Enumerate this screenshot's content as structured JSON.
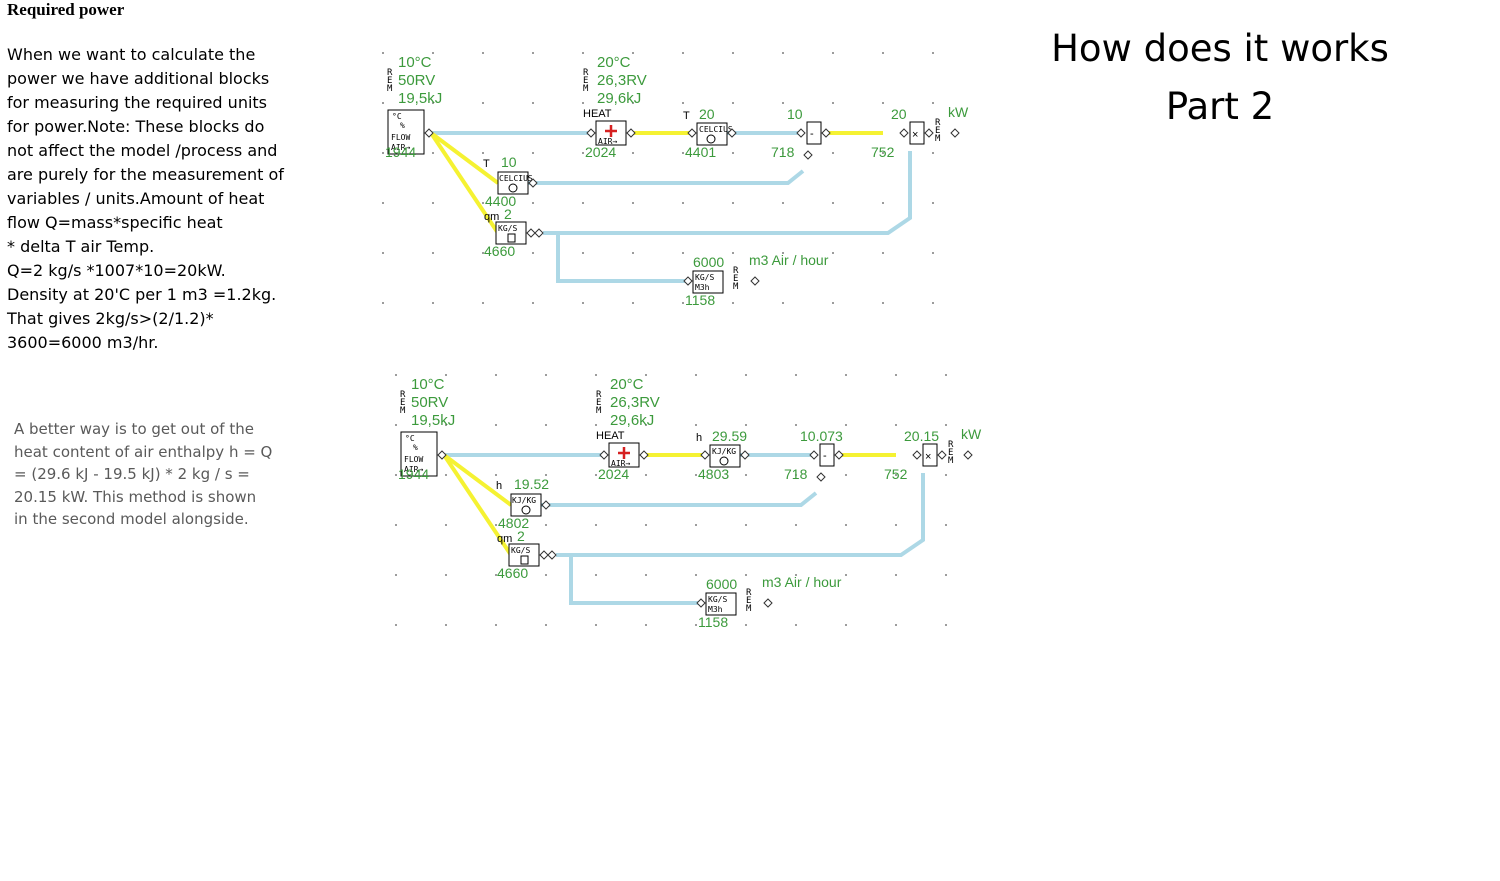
{
  "left": {
    "heading": "Required power",
    "para1_lines": [
      "When we want to calculate the",
      "power we have additional blocks",
      "for measuring the required units",
      "for power.Note: These blocks do",
      "not affect the model /process and",
      "are purely for the measurement of",
      "variables / units.Amount of heat",
      "flow Q=mass*specific heat",
      "* delta T air Temp.",
      "Q=2 kg/s *1007*10=20kW.",
      "Density at 20'C per 1 m3 =1.2kg.",
      "That gives 2kg/s>(2/1.2)*",
      "3600=6000 m3/hr."
    ],
    "para2_lines": [
      "A better way is to get out of the",
      "heat content of air enthalpy h = Q",
      "= (29.6 kJ - 19.5 kJ) * 2 kg / s =",
      "20.15 kW. This method is shown",
      "in the second model alongside."
    ]
  },
  "title": {
    "line1": "How does it works",
    "line2": "Part 2"
  },
  "colors": {
    "pipe_blue": "#add8e6",
    "pipe_yellow": "#f5f232",
    "value_green": "#3c9a3c"
  },
  "model1": {
    "source": {
      "temp": "10°C",
      "rh": "50RV",
      "energy": "19,5kJ",
      "id": "1944",
      "rem": "R\nE\nM",
      "box_top": "°C",
      "box_mid": "%",
      "box_flow": "FLOW",
      "box_air": "AIR→"
    },
    "heater": {
      "label": "HEAT",
      "temp": "20°C",
      "rh": "26,3RV",
      "energy": "29,6kJ",
      "id": "2024",
      "box_air": "AIR→",
      "rem": "R\nE\nM"
    },
    "sensor_top": {
      "prefix": "T",
      "value": "20",
      "id": "4401",
      "box": "CELCIUS"
    },
    "sensor_mid": {
      "prefix": "T",
      "value": "10",
      "id": "4400",
      "box": "CELCIUS"
    },
    "sensor_mass": {
      "prefix": "qm",
      "value": "2",
      "id": "4660",
      "box": "KG/S"
    },
    "subtract": {
      "value": "10",
      "id": "718",
      "symbol": "-"
    },
    "multiply": {
      "value": "20",
      "id": "752",
      "symbol": "×",
      "unit": "kW",
      "rem": "R\nE\nM"
    },
    "converter": {
      "value": "6000",
      "unit": "m3 Air / hour",
      "id": "1158",
      "box_top": "KG/S",
      "box_bottom": "M3h",
      "rem": "R\nE\nM"
    }
  },
  "model2": {
    "source": {
      "temp": "10°C",
      "rh": "50RV",
      "energy": "19,5kJ",
      "id": "1944",
      "rem": "R\nE\nM",
      "box_top": "°C",
      "box_mid": "%",
      "box_flow": "FLOW",
      "box_air": "AIR→"
    },
    "heater": {
      "label": "HEAT",
      "temp": "20°C",
      "rh": "26,3RV",
      "energy": "29,6kJ",
      "id": "2024",
      "box_air": "AIR→",
      "rem": "R\nE\nM"
    },
    "sensor_top": {
      "prefix": "h",
      "value": "29.59",
      "id": "4803",
      "box": "KJ/KG"
    },
    "sensor_mid": {
      "prefix": "h",
      "value": "19.52",
      "id": "4802",
      "box": "KJ/KG"
    },
    "sensor_mass": {
      "prefix": "qm",
      "value": "2",
      "id": "4660",
      "box": "KG/S"
    },
    "subtract": {
      "value": "10.073",
      "id": "718",
      "symbol": "-"
    },
    "multiply": {
      "value": "20.15",
      "id": "752",
      "symbol": "×",
      "unit": "kW",
      "rem": "R\nE\nM"
    },
    "converter": {
      "value": "6000",
      "unit": "m3 Air / hour",
      "id": "1158",
      "box_top": "KG/S",
      "box_bottom": "M3h",
      "rem": "R\nE\nM"
    }
  }
}
